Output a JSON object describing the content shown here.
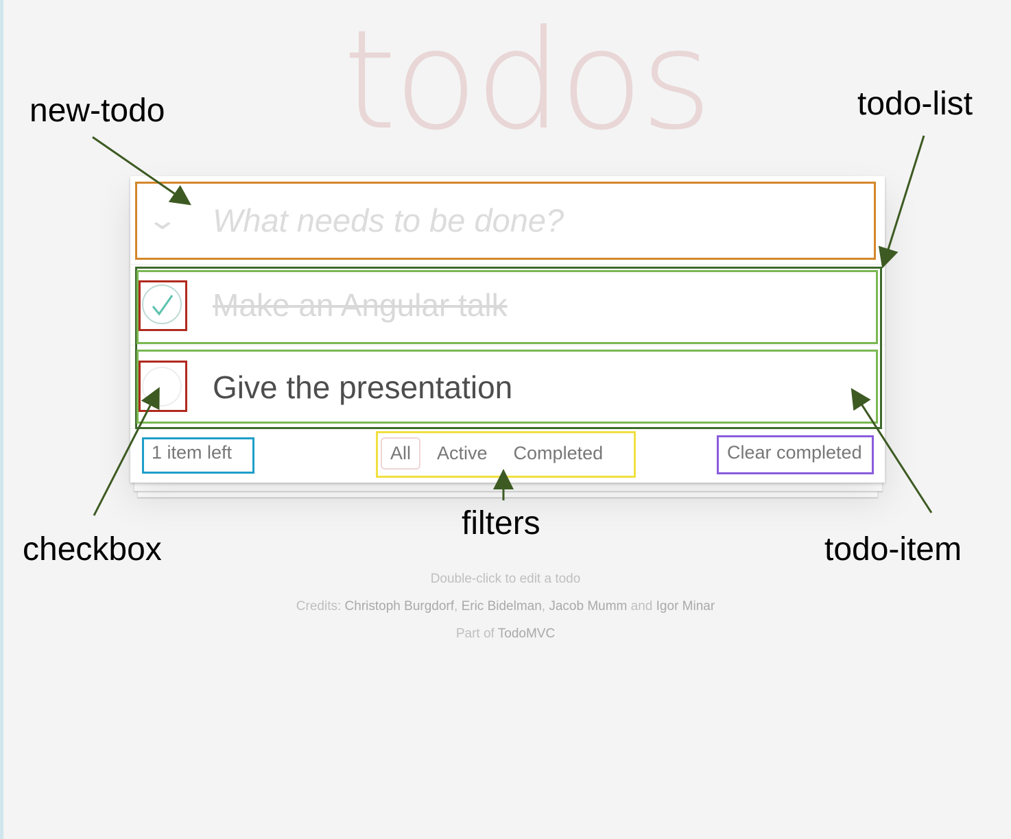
{
  "app": {
    "title": "todos",
    "new_todo_placeholder": "What needs to be done?",
    "toggle_all_icon": "chevron-down-icon",
    "todos": [
      {
        "label": "Make an Angular talk",
        "completed": true
      },
      {
        "label": "Give the presentation",
        "completed": false
      }
    ],
    "footer": {
      "count": "1 item left",
      "filters": [
        "All",
        "Active",
        "Completed"
      ],
      "selected_filter": "All",
      "clear_completed": "Clear completed"
    }
  },
  "info": {
    "hint": "Double-click to edit a todo",
    "credits_prefix": "Credits:",
    "authors": [
      "Christoph Burgdorf",
      "Eric Bidelman",
      "Jacob Mumm",
      "Igor Minar"
    ],
    "sep": ",",
    "and": "and",
    "part_of": "Part of",
    "todomvc": "TodoMVC"
  },
  "annotations": {
    "new_todo": "new-todo",
    "todo_list": "todo-list",
    "checkbox": "checkbox",
    "filters": "filters",
    "todo_item": "todo-item"
  },
  "colors": {
    "new_todo_box": "#d4872c",
    "todo_list_box": "#3d6b2b",
    "todo_item_box": "#7ab852",
    "checkbox_box": "#b02a1e",
    "count_box": "#1f9ec9",
    "filters_box": "#f0e040",
    "clear_box": "#8a5cdc",
    "arrow": "#3d5a22"
  }
}
